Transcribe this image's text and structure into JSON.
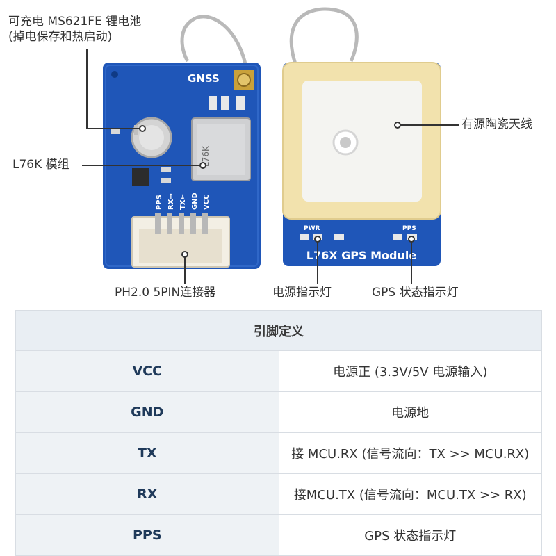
{
  "callouts": {
    "battery_line1": "可充电 MS621FE 锂电池",
    "battery_line2": "(掉电保存和热启动)",
    "module": "L76K 模组",
    "antenna": "有源陶瓷天线",
    "connector": "PH2.0 5PIN连接器",
    "pwr_led": "电源指示灯",
    "gps_led": "GPS 状态指示灯"
  },
  "board_front": {
    "gnss_label": "GNSS",
    "chip_label": "L76K",
    "pin_labels": [
      "PPS",
      "RX→",
      "TX←",
      "GND",
      "VCC"
    ]
  },
  "board_back": {
    "pwr_label": "PWR",
    "pps_label": "PPS",
    "title": "L76X GPS Module"
  },
  "table": {
    "header": "引脚定义",
    "rows": [
      {
        "pin": "VCC",
        "desc": "电源正 (3.3V/5V 电源输入)"
      },
      {
        "pin": "GND",
        "desc": "电源地"
      },
      {
        "pin": "TX",
        "desc": "接 MCU.RX (信号流向：TX >> MCU.RX)"
      },
      {
        "pin": "RX",
        "desc": "接MCU.TX (信号流向：MCU.TX >> RX)"
      },
      {
        "pin": "PPS",
        "desc": "GPS 状态指示灯"
      }
    ]
  },
  "colors": {
    "pcb_blue": "#1f56b8",
    "antenna_ceramic": "#f2e2ad",
    "antenna_patch": "#f4f4f1",
    "table_header_bg": "#e9eef3",
    "pin_text": "#1f3a5a"
  }
}
